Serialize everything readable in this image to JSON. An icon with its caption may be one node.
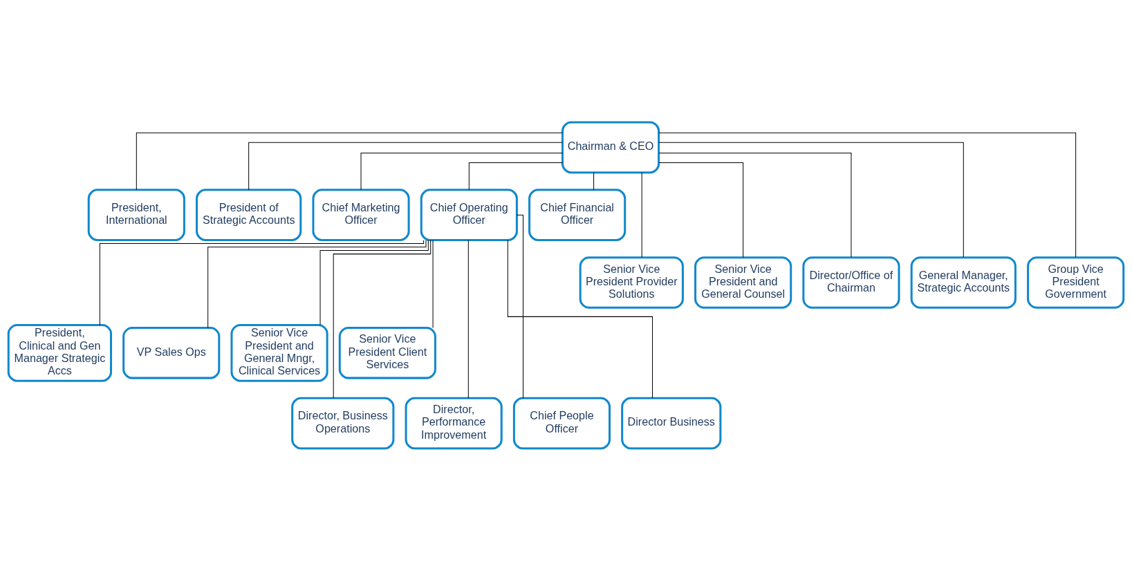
{
  "diagram": {
    "nodes": [
      {
        "text": [
          "Chairman & CEO"
        ]
      },
      {
        "text": [
          "President, International"
        ]
      },
      {
        "text": [
          "President of Strategic Accounts"
        ]
      },
      {
        "text": [
          "Chief Marketing Officer"
        ]
      },
      {
        "text": [
          "Chief Operating Officer"
        ]
      },
      {
        "text": [
          "Chief Financial Officer"
        ]
      },
      {
        "text": [
          "Senior Vice President Provider Solutions"
        ]
      },
      {
        "text": [
          "Senior Vice President and General Counsel"
        ]
      },
      {
        "text": [
          "Director/Office of Chairman"
        ]
      },
      {
        "text": [
          "General Manager, Strategic Accounts"
        ]
      },
      {
        "text": [
          "Group Vice President Government"
        ]
      },
      {
        "text": [
          "President, Clinical and Gen Manager Strategic Accs"
        ]
      },
      {
        "text": [
          "VP Sales Ops"
        ]
      },
      {
        "text": [
          "Senior Vice President and General Mngr, Clinical Services"
        ]
      },
      {
        "text": [
          "Senior Vice President Client Services"
        ]
      },
      {
        "text": [
          "Director, Business Operations"
        ]
      },
      {
        "text": [
          "Director, Performance Improvement"
        ]
      },
      {
        "text": [
          "Chief People Officer"
        ]
      },
      {
        "text": [
          "Director Business"
        ]
      }
    ],
    "edges": [
      {
        "from": 0,
        "to": 6,
        "arrow": "none"
      },
      {
        "from": 0,
        "to": 1,
        "arrow": "none"
      },
      {
        "from": 0,
        "to": 7,
        "arrow": "none"
      },
      {
        "from": 0,
        "to": 2,
        "arrow": "none"
      },
      {
        "from": 0,
        "to": 8,
        "arrow": "none"
      },
      {
        "from": 0,
        "to": 3,
        "arrow": "none"
      },
      {
        "from": 0,
        "to": 4,
        "arrow": "none"
      },
      {
        "from": 0,
        "to": 9,
        "arrow": "none"
      },
      {
        "from": 0,
        "to": 5,
        "arrow": "none"
      },
      {
        "from": 0,
        "to": 10,
        "arrow": "none"
      },
      {
        "from": 4,
        "to": 15,
        "arrow": "none"
      },
      {
        "from": 4,
        "to": 11,
        "arrow": "none"
      },
      {
        "from": 4,
        "to": 16,
        "arrow": "none"
      },
      {
        "from": 4,
        "to": 12,
        "arrow": "none"
      },
      {
        "from": 4,
        "to": 17,
        "arrow": "none"
      },
      {
        "from": 4,
        "to": 13,
        "arrow": "none"
      },
      {
        "from": 4,
        "to": 18,
        "arrow": "none"
      },
      {
        "from": 4,
        "to": 14,
        "arrow": "none"
      }
    ]
  }
}
